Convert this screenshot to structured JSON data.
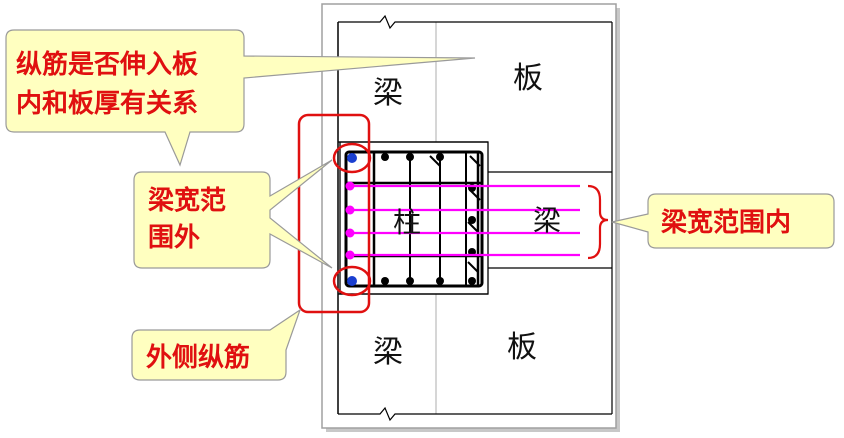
{
  "diagram": {
    "labels": {
      "beam_top": "梁",
      "slab_top": "板",
      "column": "柱",
      "beam_right": "梁",
      "beam_bottom": "梁",
      "slab_bottom": "板"
    }
  },
  "callouts": {
    "slab_relation": [
      "纵筋是否伸入板",
      "内和板厚有关系"
    ],
    "outside_width": [
      "梁宽范",
      "围外"
    ],
    "inside_width": "梁宽范围内",
    "outer_bars": "外侧纵筋"
  },
  "colors": {
    "callout_fill": "#ffffc0",
    "callout_text": "#e01010",
    "highlight_outline": "#e01010",
    "rebar_lines": "#ff00ff",
    "corner_bars": "#1a3fd0",
    "drawing_lines": "#000000",
    "page_border": "#a0a0a0"
  }
}
